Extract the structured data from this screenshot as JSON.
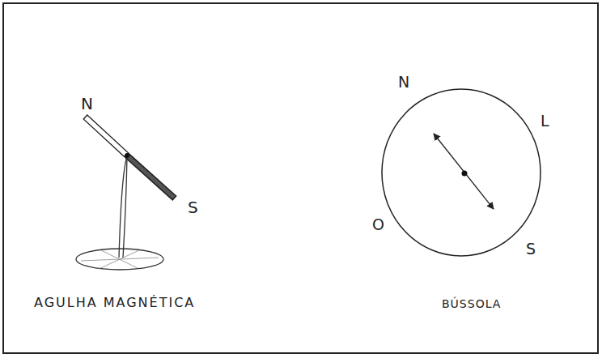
{
  "diagram": {
    "labels": [
      "N",
      "S",
      "AGULHA MAGNÉTICA",
      "N",
      "L",
      "O",
      "S",
      "BÚSSOLA"
    ]
  }
}
